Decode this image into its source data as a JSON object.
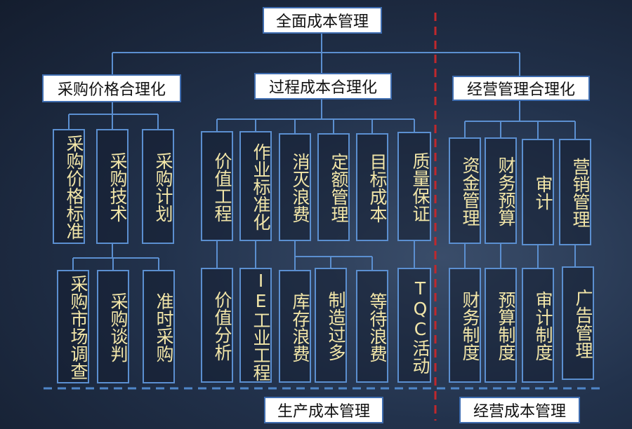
{
  "root": "全面成本管理",
  "level1": [
    "采购价格合理化",
    "过程成本合理化",
    "经营管理合理化"
  ],
  "purchase": {
    "top": [
      "采购价格标准",
      "采购技术",
      "采购计划"
    ],
    "bottom": [
      "采购市场调查",
      "采购谈判",
      "准时采购"
    ]
  },
  "process": {
    "top": [
      "价值工程",
      "作业标准化",
      "消灭浪费",
      "定额管理",
      "目标成本",
      "质量保证"
    ],
    "bottom": [
      "价值分析",
      "IE工业工程",
      "库存浪费",
      "制造过多",
      "等待浪费",
      "TQC活动"
    ]
  },
  "operation": {
    "top": [
      "资金管理",
      "财务预算",
      "审计",
      "营销管理"
    ],
    "bottom": [
      "财务制度",
      "预算制度",
      "审计制度",
      "广告管理"
    ]
  },
  "footer": {
    "production": "生产成本管理",
    "operation": "经营成本管理"
  },
  "colors": {
    "box_border": "#5b8fd0",
    "vertical_text": "#f2e6a8",
    "connector": "#5b8fd0",
    "divider_red": "#c0282c",
    "divider_blue": "#4f86c8"
  }
}
